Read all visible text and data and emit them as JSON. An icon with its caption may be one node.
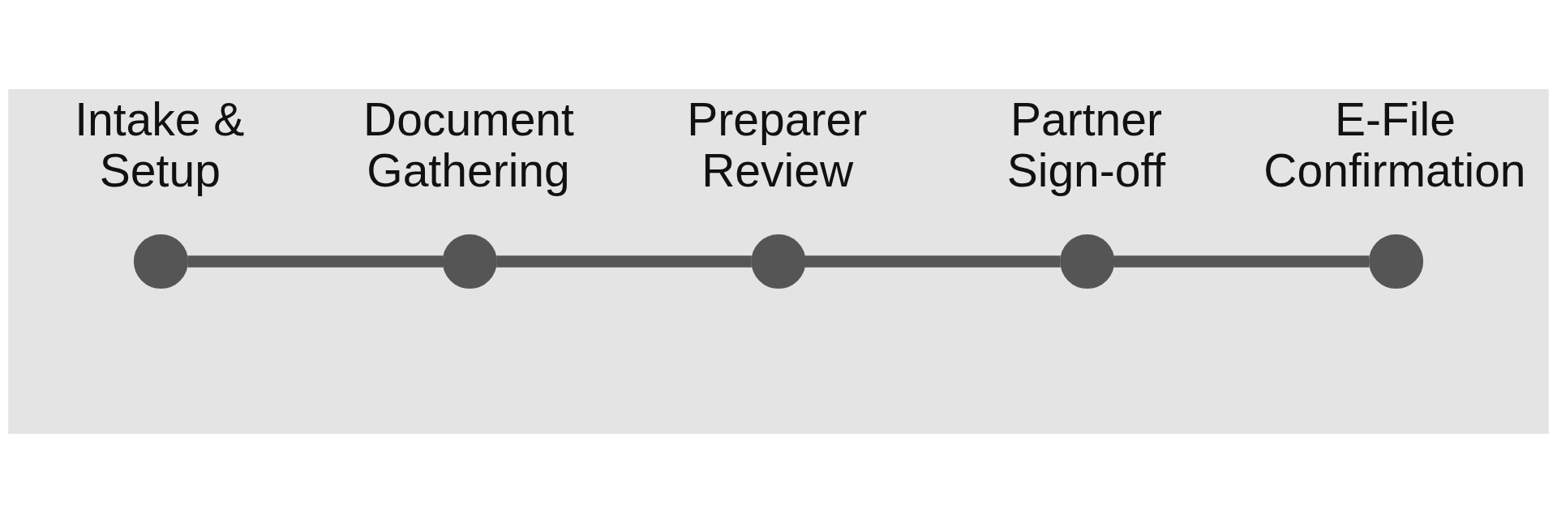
{
  "diagram": {
    "nodes": [
      {
        "text": [
          "Intake & Setup"
        ]
      },
      {
        "text": [
          "Document Gathering"
        ]
      },
      {
        "text": [
          "Preparer Review"
        ]
      },
      {
        "text": [
          "Partner Sign-off"
        ]
      },
      {
        "text": [
          "E-File Confirmation"
        ]
      }
    ],
    "edges": [
      {
        "from": 0,
        "to": 1,
        "arrow": "none"
      },
      {
        "from": 1,
        "to": 2,
        "arrow": "none"
      },
      {
        "from": 2,
        "to": 3,
        "arrow": "none"
      },
      {
        "from": 3,
        "to": 4,
        "arrow": "none"
      }
    ]
  }
}
